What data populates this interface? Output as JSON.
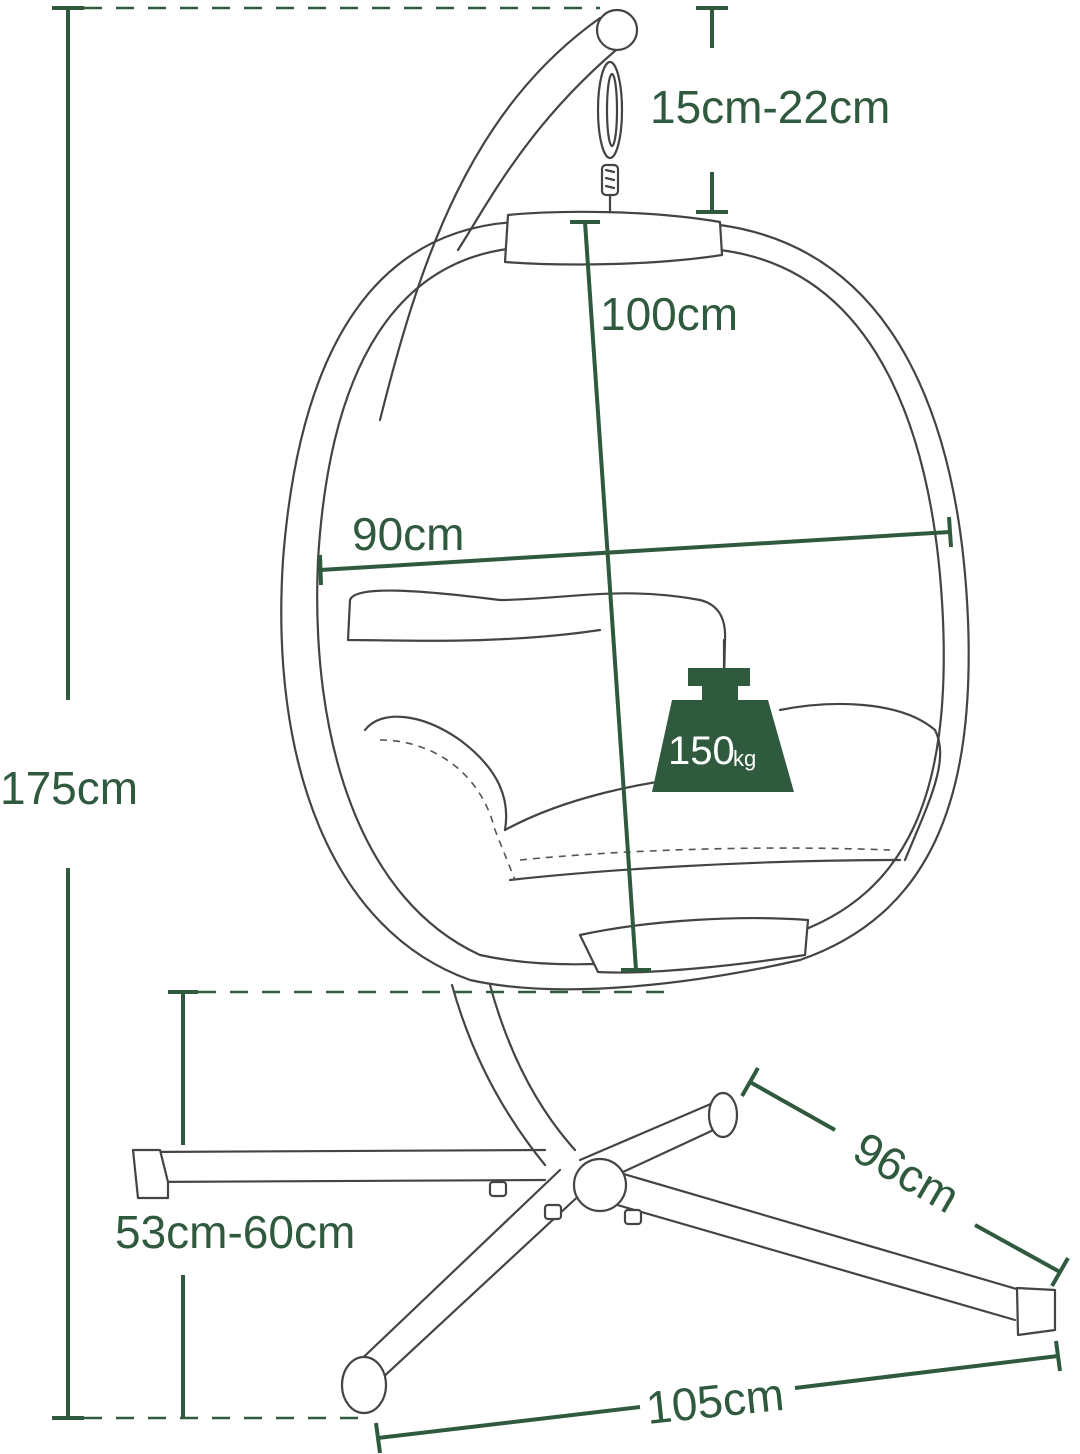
{
  "dimensions": {
    "total_height": "175cm",
    "hook_length": "15cm-22cm",
    "basket_height": "100cm",
    "basket_width": "90cm",
    "seat_height": "53cm-60cm",
    "base_depth": "96cm",
    "base_width": "105cm"
  },
  "load": {
    "value": "150",
    "unit": "kg"
  },
  "colors": {
    "dimension": "#2f5a3e",
    "weight_badge": "#2f5a3e",
    "line_drawing": "#444444"
  }
}
